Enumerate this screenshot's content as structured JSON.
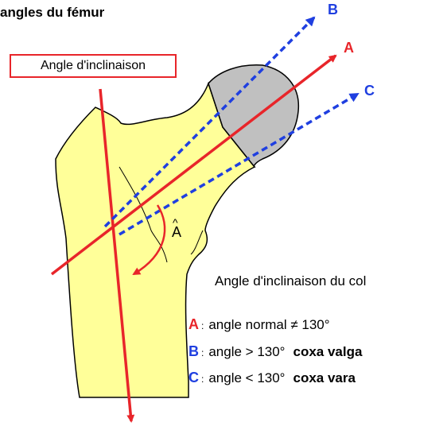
{
  "title": "angles du fémur",
  "box_label": "Angle d'inclinaison",
  "angle_letter": "A",
  "lines": {
    "A": {
      "letter": "A",
      "color": "#e8252a",
      "style": "solid"
    },
    "B": {
      "letter": "B",
      "color": "#1f3fe0",
      "style": "dashed"
    },
    "C": {
      "letter": "C",
      "color": "#1f3fe0",
      "style": "dashed"
    }
  },
  "caption": "Angle d'inclinaison du col",
  "legend": [
    {
      "key": "A",
      "color": "#e8252a",
      "text": "angle  normal ≠ 130°",
      "term": ""
    },
    {
      "key": "B",
      "color": "#1f3fe0",
      "text": "angle > 130°",
      "term": "coxa valga"
    },
    {
      "key": "C",
      "color": "#1f3fe0",
      "text": "angle < 130°",
      "term": "coxa vara"
    }
  ],
  "colors": {
    "bone": "#ffff99",
    "bone_outline": "#000000",
    "head": "#c0c0c0",
    "red": "#e8252a",
    "blue": "#1f3fe0"
  }
}
